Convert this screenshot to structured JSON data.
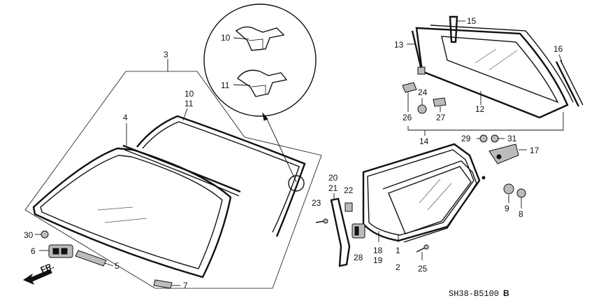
{
  "diagram": {
    "callouts": {
      "c1": "1",
      "c2": "2",
      "c3": "3",
      "c4": "4",
      "c5": "5",
      "c6": "6",
      "c7": "7",
      "c8": "8",
      "c9": "9",
      "c10a": "10",
      "c10b": "10",
      "c11a": "11",
      "c11b": "11",
      "c12": "12",
      "c13": "13",
      "c14": "14",
      "c15": "15",
      "c16": "16",
      "c17": "17",
      "c18": "18",
      "c19": "19",
      "c20": "20",
      "c21": "21",
      "c22": "22",
      "c23": "23",
      "c24": "24",
      "c25": "25",
      "c26": "26",
      "c27": "27",
      "c28": "28",
      "c29": "29",
      "c30": "30",
      "c31": "31"
    },
    "front_label": "FR.",
    "drawing_code": "SH38-B5100",
    "drawing_code_suffix": "B"
  }
}
